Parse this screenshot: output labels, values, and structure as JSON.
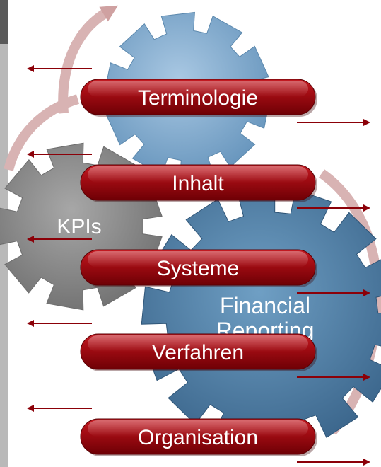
{
  "gears": {
    "top_label": "",
    "left_label": "KPIs",
    "right_label_line1": "Financial",
    "right_label_line2": "Reporting"
  },
  "pills": [
    {
      "label": "Terminologie"
    },
    {
      "label": "Inhalt"
    },
    {
      "label": "Systeme"
    },
    {
      "label": "Verfahren"
    },
    {
      "label": "Organisation"
    }
  ],
  "colors": {
    "pill_fill_top": "#b3141c",
    "pill_fill_bottom": "#7a0006",
    "arrow": "#8b0008",
    "gear_top": "#7fa9cc",
    "gear_left": "#8d8d8d",
    "gear_right": "#4f81a8",
    "curved_arrow": "#cfa1a1"
  }
}
